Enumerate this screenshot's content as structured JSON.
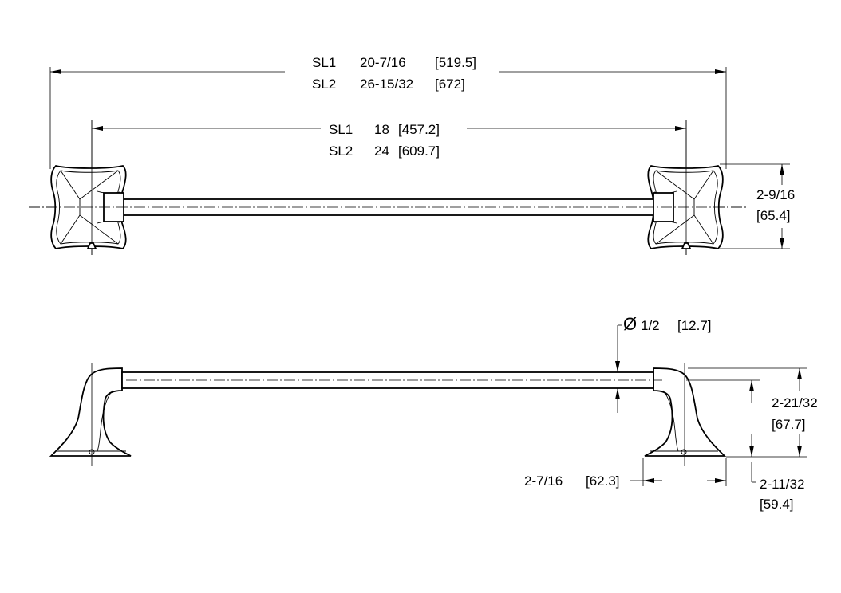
{
  "top_view": {
    "overall_length": {
      "sl1": "SL1",
      "sl1_value": "20-7/16",
      "sl1_metric": "[519.5]",
      "sl2": "SL2",
      "sl2_value": "26-15/32",
      "sl2_metric": "[672]"
    },
    "center_length": {
      "sl1": "SL1",
      "sl1_value": "18",
      "sl1_metric": "[457.2]",
      "sl2": "SL2",
      "sl2_value": "24",
      "sl2_metric": "[609.7]"
    },
    "bracket_height": {
      "value": "2-9/16",
      "metric": "[65.4]"
    }
  },
  "side_view": {
    "rod_diameter": {
      "symbol": "Ø",
      "value": "1/2",
      "metric": "[12.7]"
    },
    "projection": {
      "value": "2-21/32",
      "metric": "[67.7]"
    },
    "base_depth": {
      "value": "2-7/16",
      "metric": "[62.3]"
    },
    "rod_center_height": {
      "value": "2-11/32",
      "metric": "[59.4]"
    }
  }
}
